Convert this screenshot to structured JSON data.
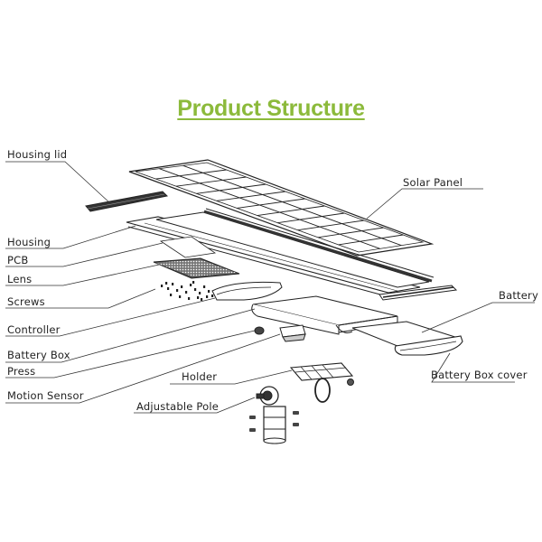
{
  "title": "Product Structure",
  "accent_color": "#8cba3b",
  "labels": {
    "housing_lid": "Housing lid",
    "housing": "Housing",
    "pcb": "PCB",
    "lens": "Lens",
    "screws": "Screws",
    "controller": "Controller",
    "battery_box": "Battery Box",
    "press": "Press",
    "motion_sensor": "Motion Sensor",
    "holder": "Holder",
    "adjustable_pole": "Adjustable Pole",
    "solar_panel": "Solar Panel",
    "battery": "Battery",
    "battery_box_cover": "Battery Box cover"
  }
}
